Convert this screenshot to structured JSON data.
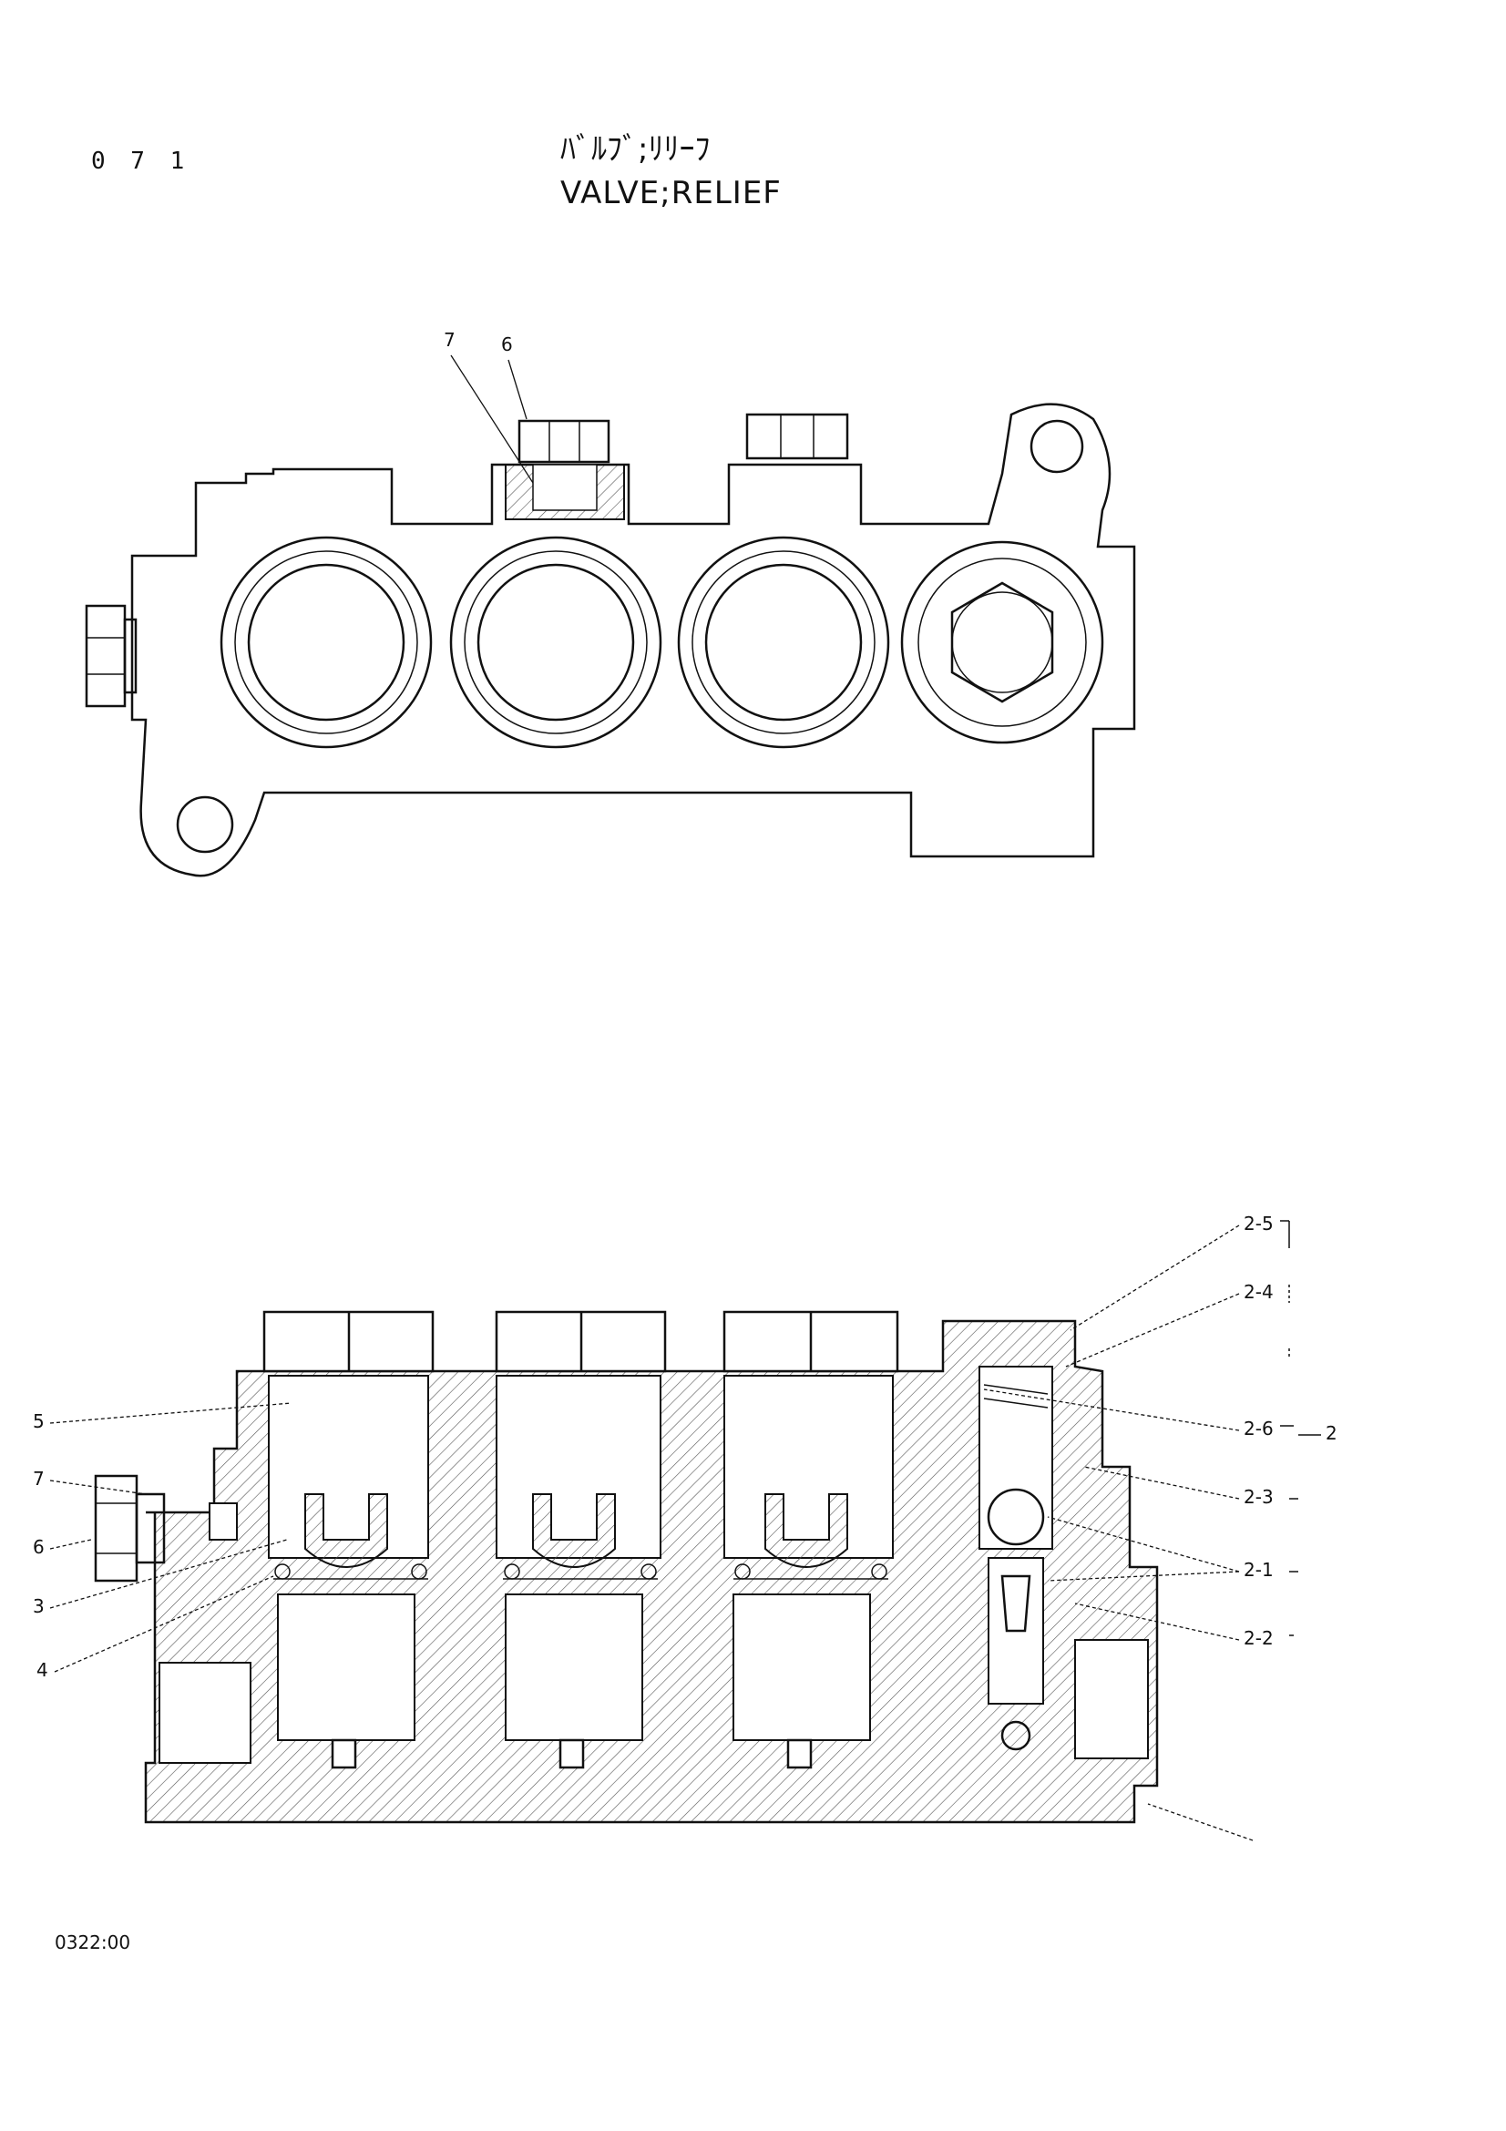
{
  "header": {
    "page_number": "0 7 1",
    "title_jp": "ﾊﾞﾙﾌﾞ;ﾘﾘｰﾌ",
    "title_en": "VALVE;RELIEF"
  },
  "top_view": {
    "callouts": [
      "7",
      "6"
    ]
  },
  "section_view": {
    "callouts": [
      "5",
      "7",
      "6",
      "3",
      "4",
      "2-5",
      "2-4",
      "2-6",
      "2",
      "2-3",
      "2-1",
      "2-2"
    ]
  },
  "footer": {
    "drawing_code": "0322:00"
  }
}
